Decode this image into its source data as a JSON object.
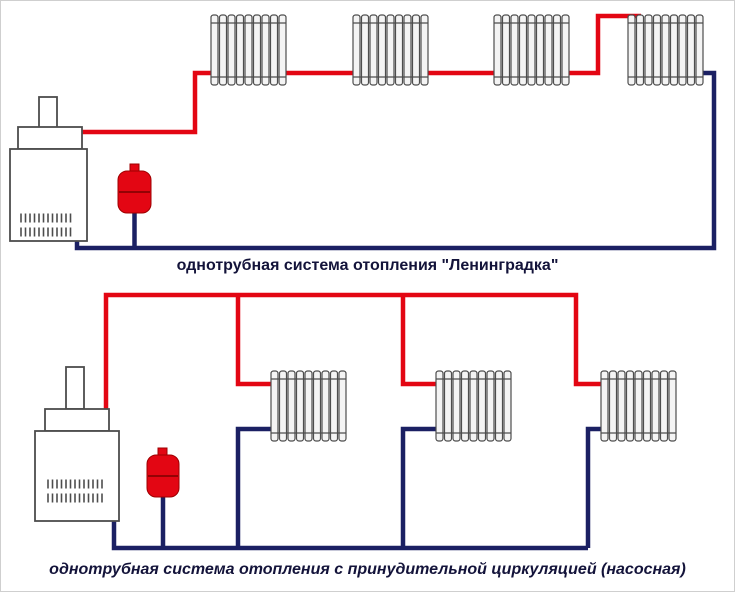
{
  "diagrams": [
    {
      "id": "leningradka",
      "caption": "однотрубная система отопления \"Ленинградка\"",
      "radiator_count": 4,
      "components": [
        "boiler",
        "expansion-tank",
        "radiators",
        "supply-pipe",
        "return-pipe"
      ]
    },
    {
      "id": "forced-circulation",
      "caption": "однотрубная система отопления с принудительной циркуляцией (насосная)",
      "radiator_count": 3,
      "components": [
        "boiler",
        "expansion-tank",
        "radiators",
        "supply-pipe",
        "return-pipe"
      ]
    }
  ],
  "colors": {
    "supply": "#e30613",
    "return": "#1b2063",
    "tank": "#e30613",
    "outline": "#4d4d4d",
    "caption": "#13133a"
  }
}
